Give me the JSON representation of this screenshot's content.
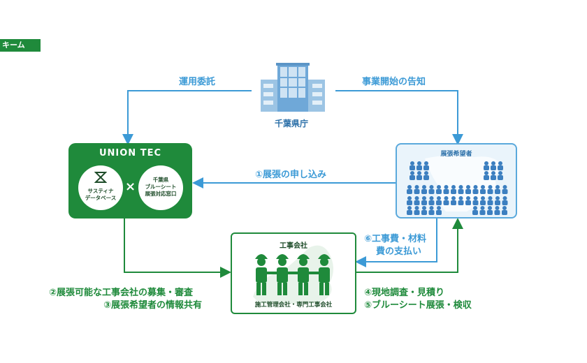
{
  "header": {
    "tag_label": "キーム"
  },
  "prefecture": {
    "label": "千葉県庁"
  },
  "arrows": {
    "entrust": "運用委託",
    "announce": "事業開始の告知",
    "apply": "①展張の申し込み",
    "recruit": "②展張可能な工事会社の募集・審査",
    "share": "③展張希望者の情報共有",
    "payment_line1": "⑥工事費・材料",
    "payment_line2": "費の支払い",
    "survey": "④現地調査・見積り",
    "install": "⑤ブルーシート展張・検収"
  },
  "union": {
    "title": "UNION TEC",
    "left_circle_line1": "サスティナ",
    "left_circle_line2": "データベース",
    "cross": "×",
    "right_circle_line1": "千葉県",
    "right_circle_line2": "ブルーシート",
    "right_circle_line3": "展張対応窓口"
  },
  "applicants": {
    "title": "展張希望者"
  },
  "company": {
    "title": "工事会社",
    "subtitle": "施工管理会社・専門工事会社"
  },
  "colors": {
    "green": "#1f8a3b",
    "blue": "#3c9ad6",
    "light_blue": "#5aa9dc"
  }
}
